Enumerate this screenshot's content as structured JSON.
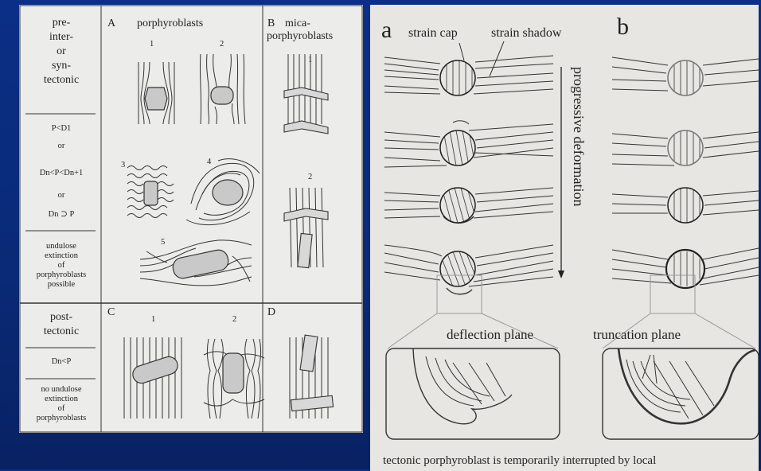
{
  "left": {
    "intro": [
      "pre-",
      "inter-",
      "or",
      "syn-",
      "tectonic"
    ],
    "rel1": "P<D1",
    "or1": "or",
    "rel2": "Dn<P<Dn+1",
    "or2": "or",
    "rel3": "Dn ⊃ P",
    "undulose": [
      "undulose",
      "extinction",
      "of",
      "porphyroblasts",
      "possible"
    ],
    "post": [
      "post-",
      "tectonic"
    ],
    "rel4": "Dn<P",
    "noundulose": [
      "no undulose",
      "extinction",
      "of",
      "porphyroblasts"
    ],
    "cellA": {
      "letter": "A",
      "title": "porphyroblasts",
      "nums": [
        "1",
        "2",
        "3",
        "4",
        "5"
      ]
    },
    "cellB": {
      "letter": "B",
      "title": [
        "mica-",
        "porphyroblasts"
      ],
      "nums": [
        "1",
        "2"
      ]
    },
    "cellC": {
      "letter": "C",
      "nums": [
        "1",
        "2"
      ]
    },
    "cellD": {
      "letter": "D"
    }
  },
  "right": {
    "a": "a",
    "b": "b",
    "strain_cap": "strain cap",
    "strain_shadow": "strain shadow",
    "progressive": "progressive deformation",
    "deflection": "deflection plane",
    "truncation": "truncation plane",
    "caption": "tectonic porphyroblast is temporarily interrupted by local"
  }
}
